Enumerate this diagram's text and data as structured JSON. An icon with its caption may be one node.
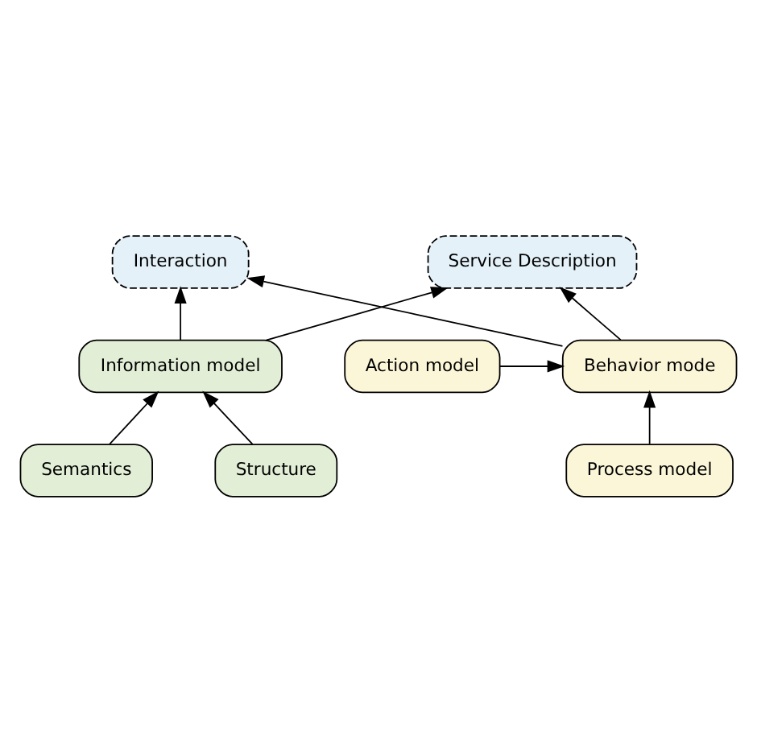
{
  "diagram": {
    "nodes": [
      {
        "text": [
          "Service Description"
        ]
      },
      {
        "text": [
          "Behavior mode"
        ]
      },
      {
        "text": [
          "Action model"
        ]
      },
      {
        "text": [
          "Process model"
        ]
      },
      {
        "text": [
          "Interaction"
        ]
      },
      {
        "text": [
          "Information model"
        ]
      },
      {
        "text": [
          "Semantics"
        ]
      },
      {
        "text": [
          "Structure"
        ]
      }
    ],
    "edges": [
      {
        "from": 1,
        "to": 0,
        "arrow": "to"
      },
      {
        "from": 2,
        "to": 1,
        "arrow": "to"
      },
      {
        "from": 3,
        "to": 1,
        "arrow": "to"
      },
      {
        "from": 1,
        "to": 4,
        "arrow": "to"
      },
      {
        "from": 5,
        "to": 4,
        "arrow": "to"
      },
      {
        "from": 5,
        "to": 0,
        "arrow": "to"
      },
      {
        "from": 6,
        "to": 5,
        "arrow": "to"
      },
      {
        "from": 7,
        "to": 5,
        "arrow": "to"
      }
    ]
  }
}
